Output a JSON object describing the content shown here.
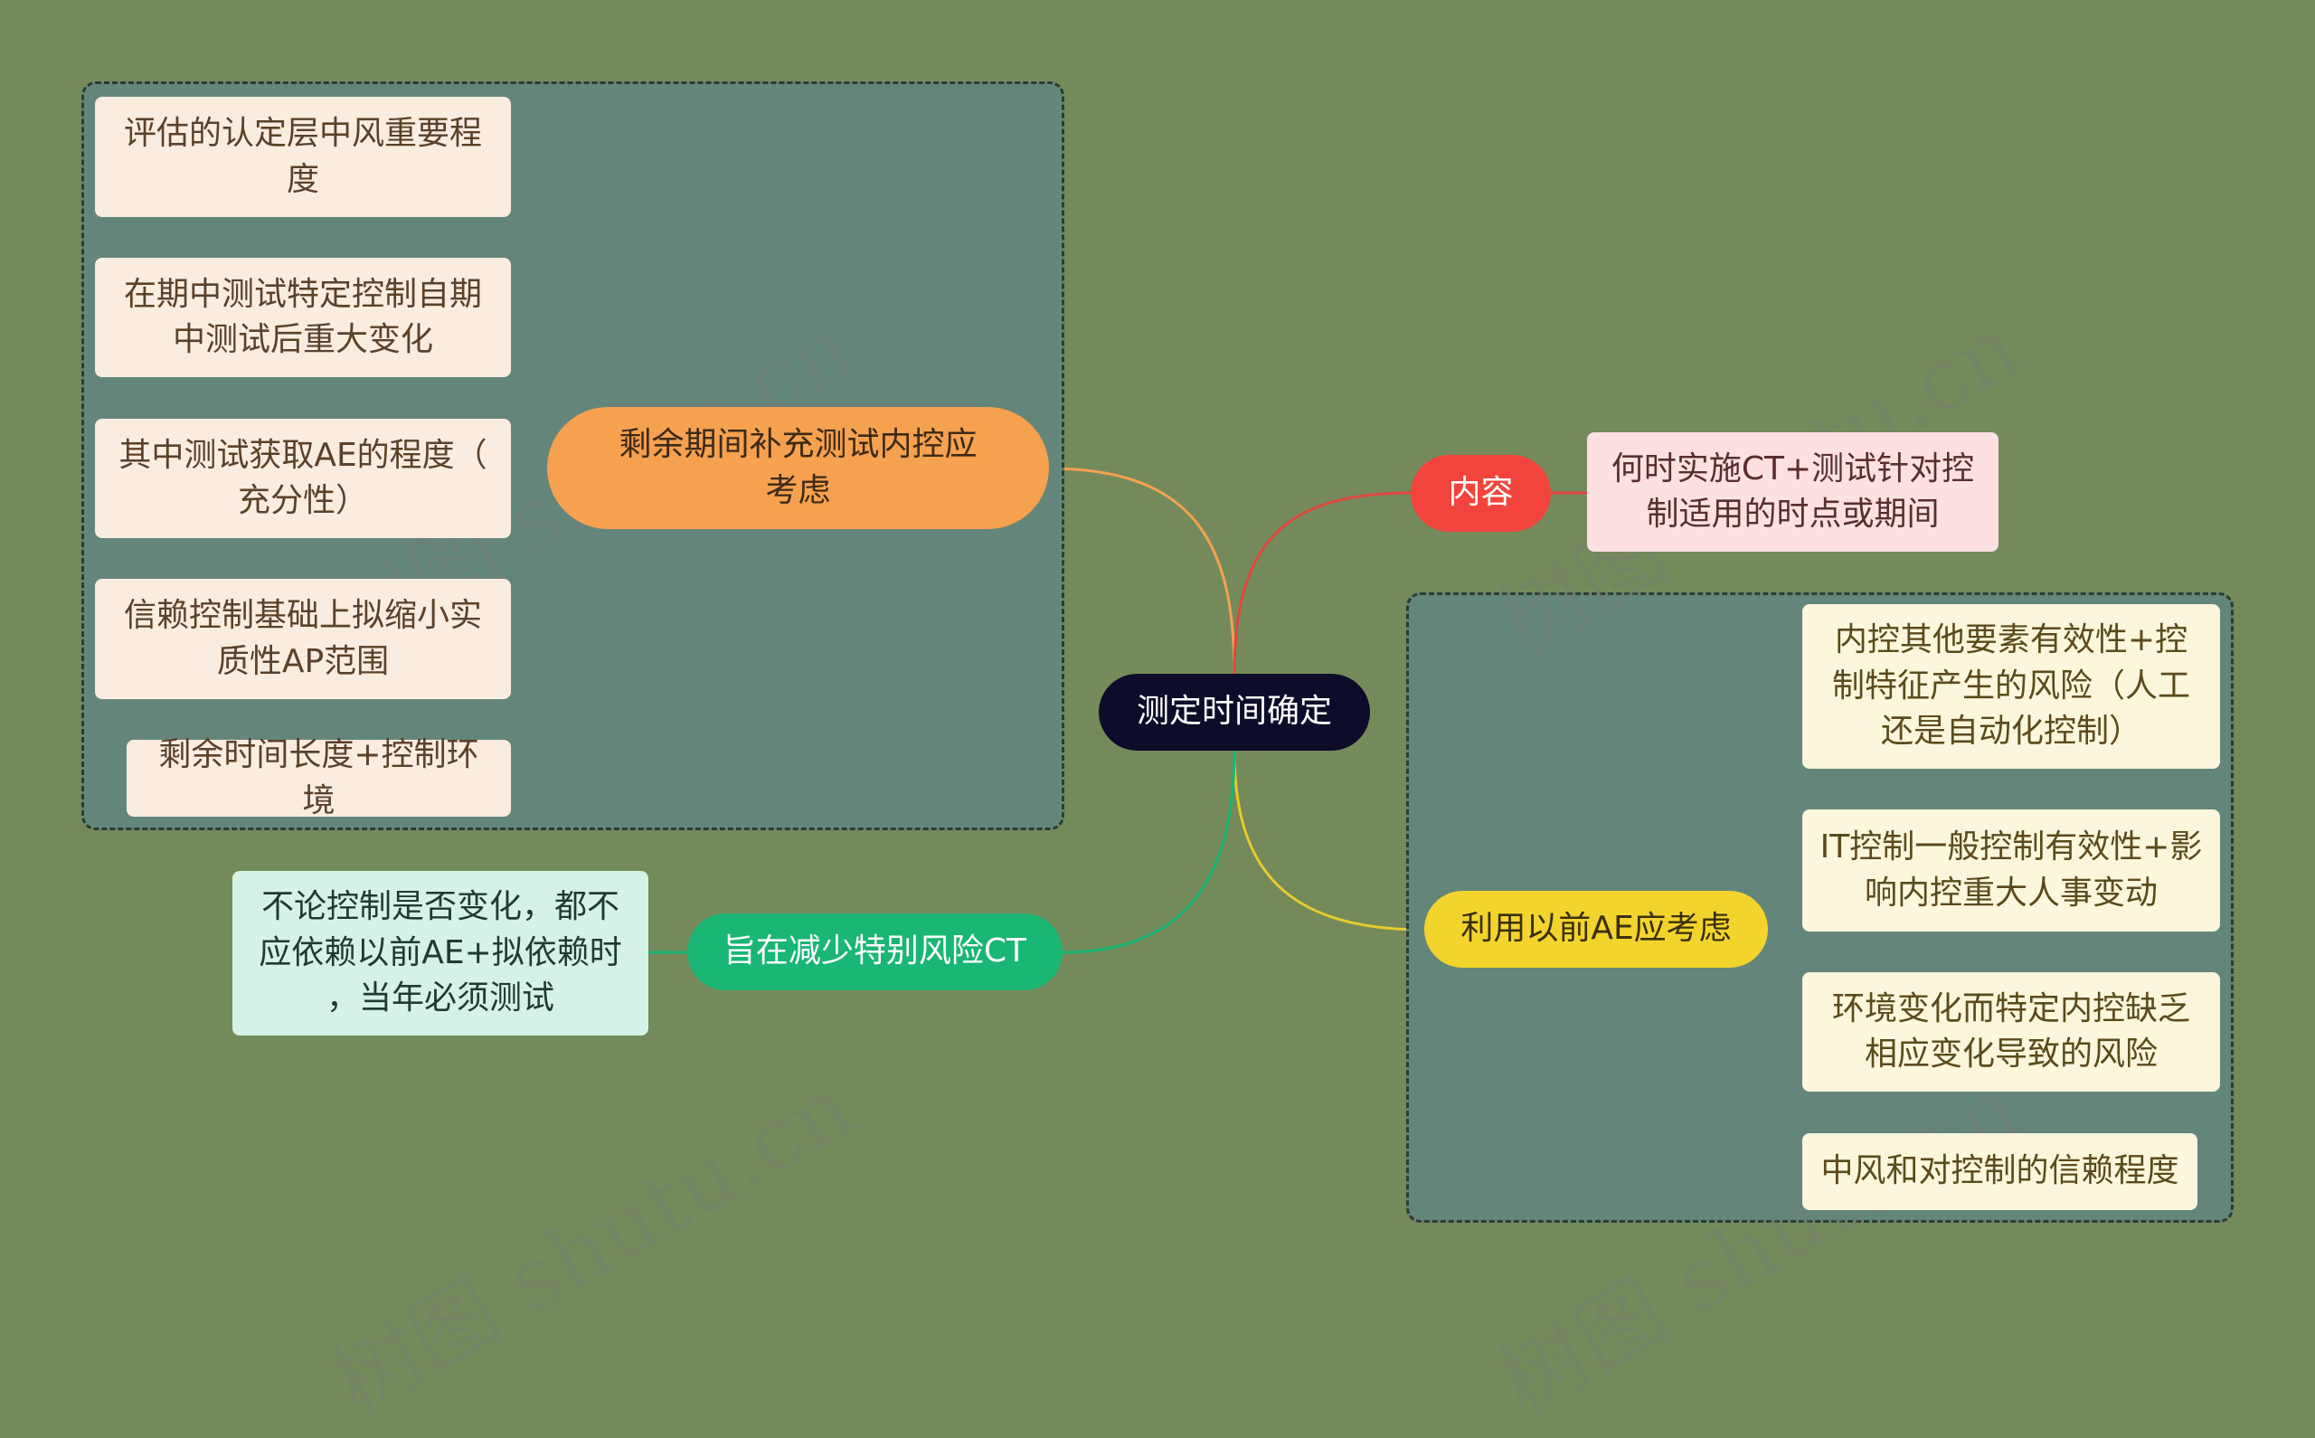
{
  "root": {
    "label": "测定时间确定"
  },
  "branches": {
    "supplement": {
      "label": "剩余期间补充测试内控应\n考虑",
      "color": "#f5a14f",
      "items": [
        "评估的认定层中风重要程\n度",
        "在期中测试特定控制自期\n中测试后重大变化",
        "其中测试获取AE的程度（\n充分性）",
        "信赖控制基础上拟缩小实\n质性AP范围",
        "剩余时间长度+控制环境"
      ]
    },
    "content": {
      "label": "内容",
      "color": "#f2443d",
      "items": [
        "何时实施CT+测试针对控\n制适用的时点或期间"
      ]
    },
    "previous": {
      "label": "利用以前AE应考虑",
      "color": "#f3d42d",
      "items": [
        "内控其他要素有效性+控\n制特征产生的风险（人工\n还是自动化控制）",
        "IT控制一般控制有效性+影\n响内控重大人事变动",
        "环境变化而特定内控缺乏\n相应变化导致的风险",
        "中风和对控制的信赖程度"
      ]
    },
    "special": {
      "label": "旨在减少特别风险CT",
      "color": "#19b675",
      "items": [
        "不论控制是否变化，都不\n应依赖以前AE+拟依赖时\n，当年必须测试"
      ]
    }
  },
  "watermark": "树图 shutu.cn"
}
